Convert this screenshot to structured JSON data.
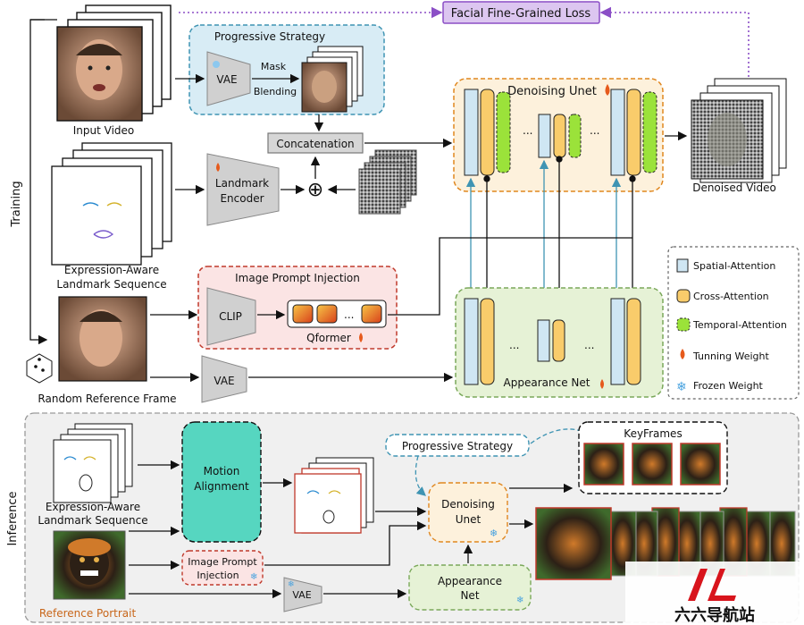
{
  "top_loss": "Facial Fine-Grained Loss",
  "side_labels": {
    "training": "Training",
    "inference": "Inference"
  },
  "training": {
    "input_video": "Input Video",
    "progressive_strategy": "Progressive Strategy",
    "vae_1": "VAE",
    "mask": "Mask",
    "blending": "Blending",
    "concatenation": "Concatenation",
    "landmark_encoder_1": "Landmark",
    "landmark_encoder_2": "Encoder",
    "plus": "⊕",
    "landmark_seq_1": "Expression-Aware",
    "landmark_seq_2": "Landmark Sequence",
    "denoising_unet": "Denoising Unet",
    "denoised_video": "Denoised Video",
    "image_prompt_injection": "Image Prompt Injection",
    "clip": "CLIP",
    "qformer": "Qformer",
    "ellipsis": "...",
    "random_reference": "Random Reference Frame",
    "vae_2": "VAE",
    "appearance_net": "Appearance Net",
    "dots": "..."
  },
  "legend": {
    "spatial": "Spatial-Attention",
    "cross": "Cross-Attention",
    "temporal": "Temporal-Attention",
    "tuning": "Tunning Weight",
    "frozen": "Frozen Weight"
  },
  "inference": {
    "landmark_seq_1": "Expression-Aware",
    "landmark_seq_2": "Landmark Sequence",
    "motion_1": "Motion",
    "motion_2": "Alignment",
    "progressive_strategy": "Progressive Strategy",
    "keyframes": "KeyFrames",
    "denoising_1": "Denoising",
    "denoising_2": "Unet",
    "image_prompt_1": "Image Prompt",
    "image_prompt_2": "Injection",
    "vae": "VAE",
    "appearance_1": "Appearance",
    "appearance_2": "Net",
    "reference_portrait": "Reference Portrait"
  },
  "watermark": "六六导航站",
  "colors": {
    "spatial": "#cfe6f3",
    "cross": "#f9cc6b",
    "temporal": "#9be23a",
    "denoise_bg": "#fdf1dc",
    "denoise_border": "#e0871f",
    "appearance_bg": "#e6f2d6",
    "appearance_border": "#7aa85a",
    "prog_bg": "#d8ecf5",
    "prog_border": "#3f94b3",
    "prompt_bg": "#fbe4e4",
    "prompt_border": "#c0392b",
    "loss_bg": "#dcc6f0",
    "loss_border": "#8b4fc6",
    "motion_bg": "#56d6c0",
    "inference_bg": "#f0f0f0"
  }
}
